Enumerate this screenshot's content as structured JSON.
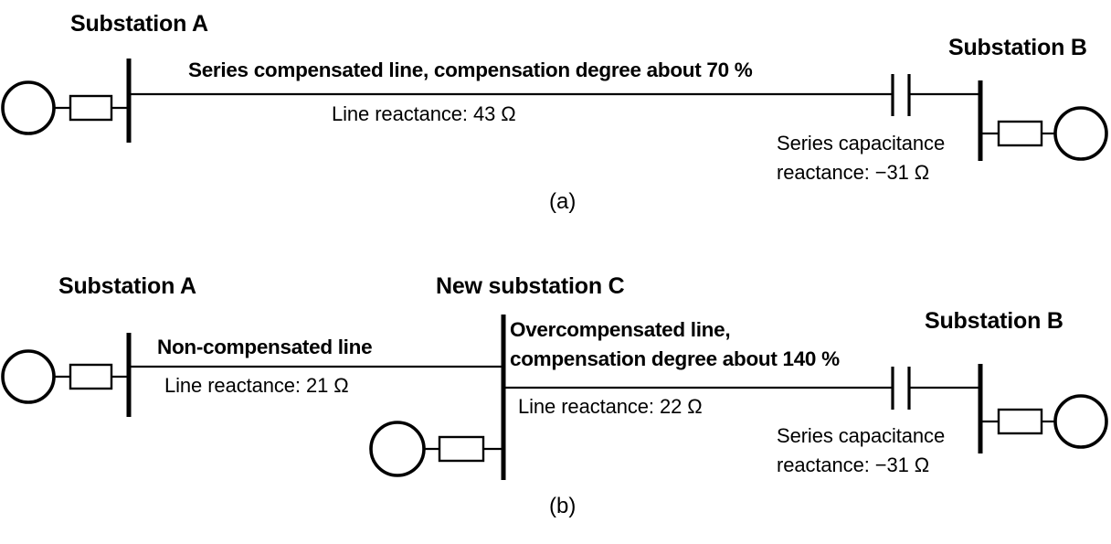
{
  "figure": {
    "type": "single-line-diagram",
    "background": "#ffffff",
    "stroke_color": "#000000"
  },
  "panel_a": {
    "caption": "(a)",
    "left_station_label": "Substation A",
    "right_station_label": "Substation B",
    "line_title": "Series compensated line, compensation degree about 70 %",
    "line_reactance": "Line reactance: 43 Ω",
    "capacitor_note_line1": "Series capacitance",
    "capacitor_note_line2": "reactance: −31 Ω",
    "symbols": {
      "generator_left": "generator-circle",
      "transformer_left": "transformer-rectangle",
      "busbar_left": "busbar",
      "series_capacitor": "series-capacitor",
      "busbar_right": "busbar",
      "transformer_right": "transformer-rectangle",
      "generator_right": "generator-circle"
    }
  },
  "panel_b": {
    "caption": "(b)",
    "left_station_label": "Substation A",
    "middle_station_label": "New substation C",
    "right_station_label": "Substation B",
    "left_line_title": "Non-compensated line",
    "left_line_reactance": "Line reactance: 21 Ω",
    "right_line_title_line1": "Overcompensated line,",
    "right_line_title_line2": "compensation degree about 140 %",
    "right_line_reactance": "Line reactance: 22 Ω",
    "capacitor_note_line1": "Series capacitance",
    "capacitor_note_line2": "reactance: −31 Ω",
    "symbols": {
      "generator_left": "generator-circle",
      "transformer_left": "transformer-rectangle",
      "busbar_left": "busbar",
      "busbar_middle": "busbar",
      "generator_middle": "generator-circle",
      "transformer_middle": "transformer-rectangle",
      "series_capacitor": "series-capacitor",
      "busbar_right": "busbar",
      "transformer_right": "transformer-rectangle",
      "generator_right": "generator-circle"
    }
  }
}
